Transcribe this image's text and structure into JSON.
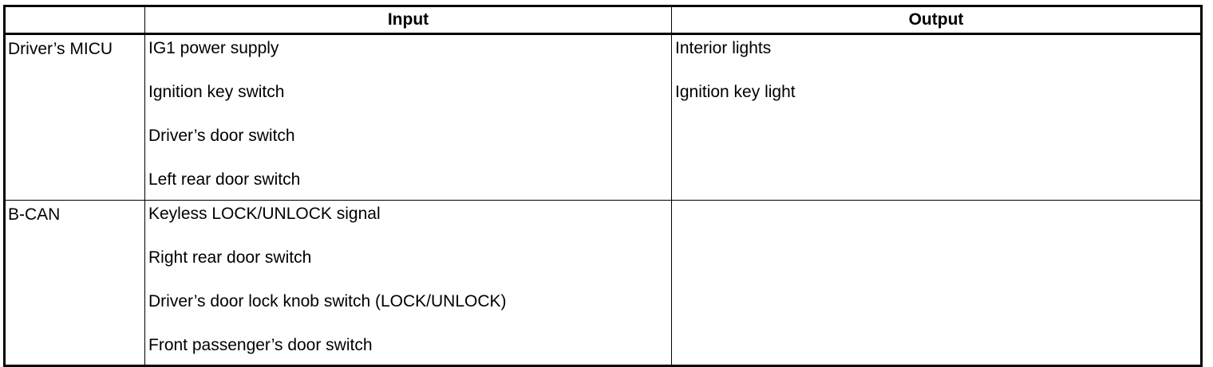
{
  "table": {
    "headers": {
      "source": "",
      "input": "Input",
      "output": "Output"
    },
    "rows": [
      {
        "source": "Driver’s MICU",
        "inputs": [
          "IG1 power supply",
          "Ignition key switch",
          "Driver’s door switch",
          "Left rear door switch"
        ],
        "outputs": [
          "Interior lights",
          "Ignition key light"
        ]
      },
      {
        "source": "B-CAN",
        "inputs": [
          "Keyless LOCK/UNLOCK signal",
          "Right rear door switch",
          "Driver’s door lock knob switch (LOCK/UNLOCK)",
          "Front passenger’s door switch"
        ],
        "outputs": []
      }
    ]
  }
}
